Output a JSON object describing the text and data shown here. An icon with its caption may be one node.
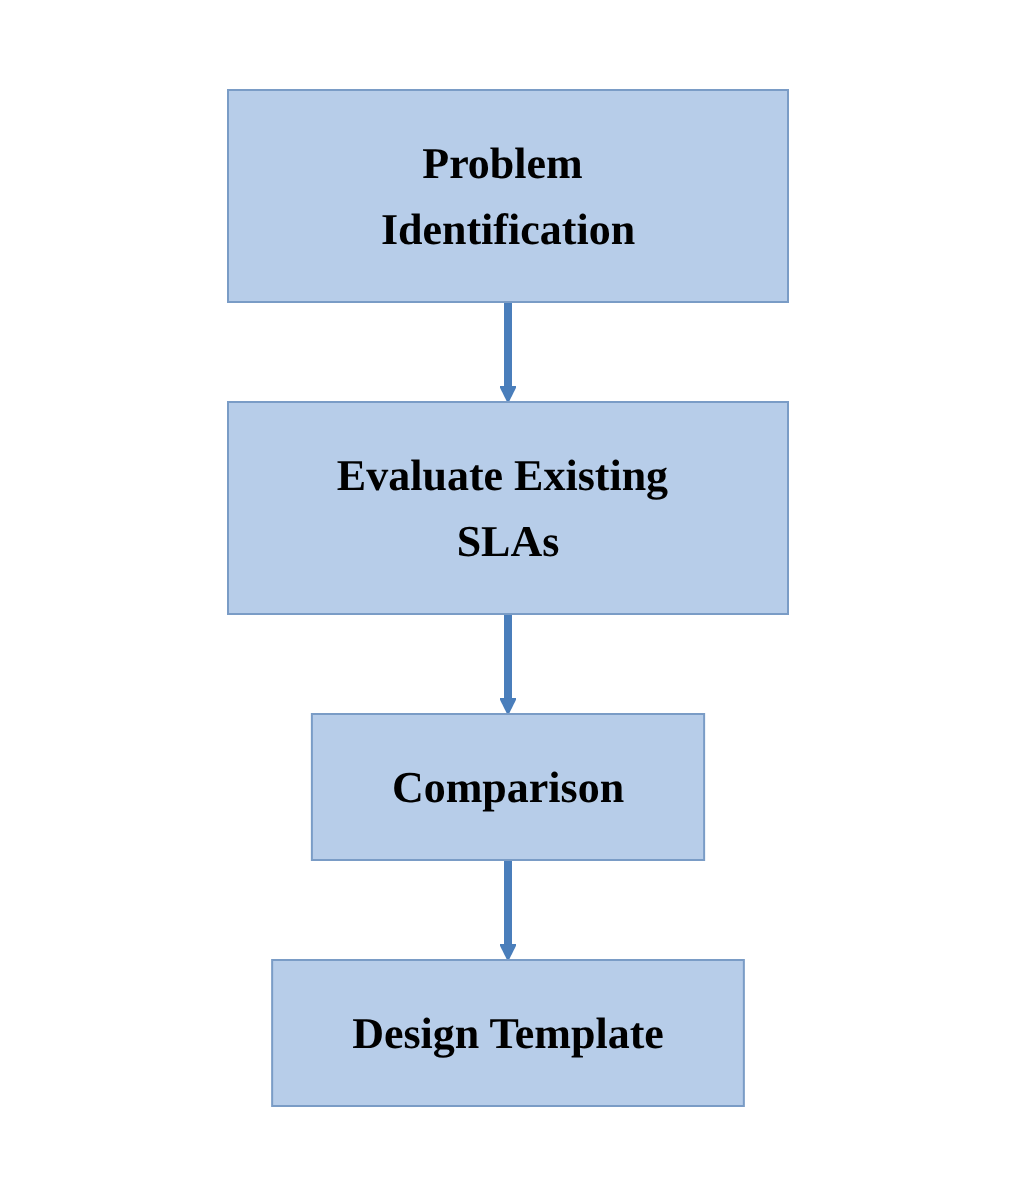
{
  "diagram": {
    "nodes": [
      {
        "text": [
          "Problem Identification"
        ]
      },
      {
        "text": [
          "Evaluate Existing SLAs"
        ]
      },
      {
        "text": [
          "Comparison"
        ]
      },
      {
        "text": [
          "Design Template"
        ]
      }
    ],
    "edges": [
      {
        "from": 0,
        "to": 1,
        "arrow": "to"
      },
      {
        "from": 1,
        "to": 2,
        "arrow": "to"
      },
      {
        "from": 2,
        "to": 3,
        "arrow": "to"
      }
    ]
  }
}
